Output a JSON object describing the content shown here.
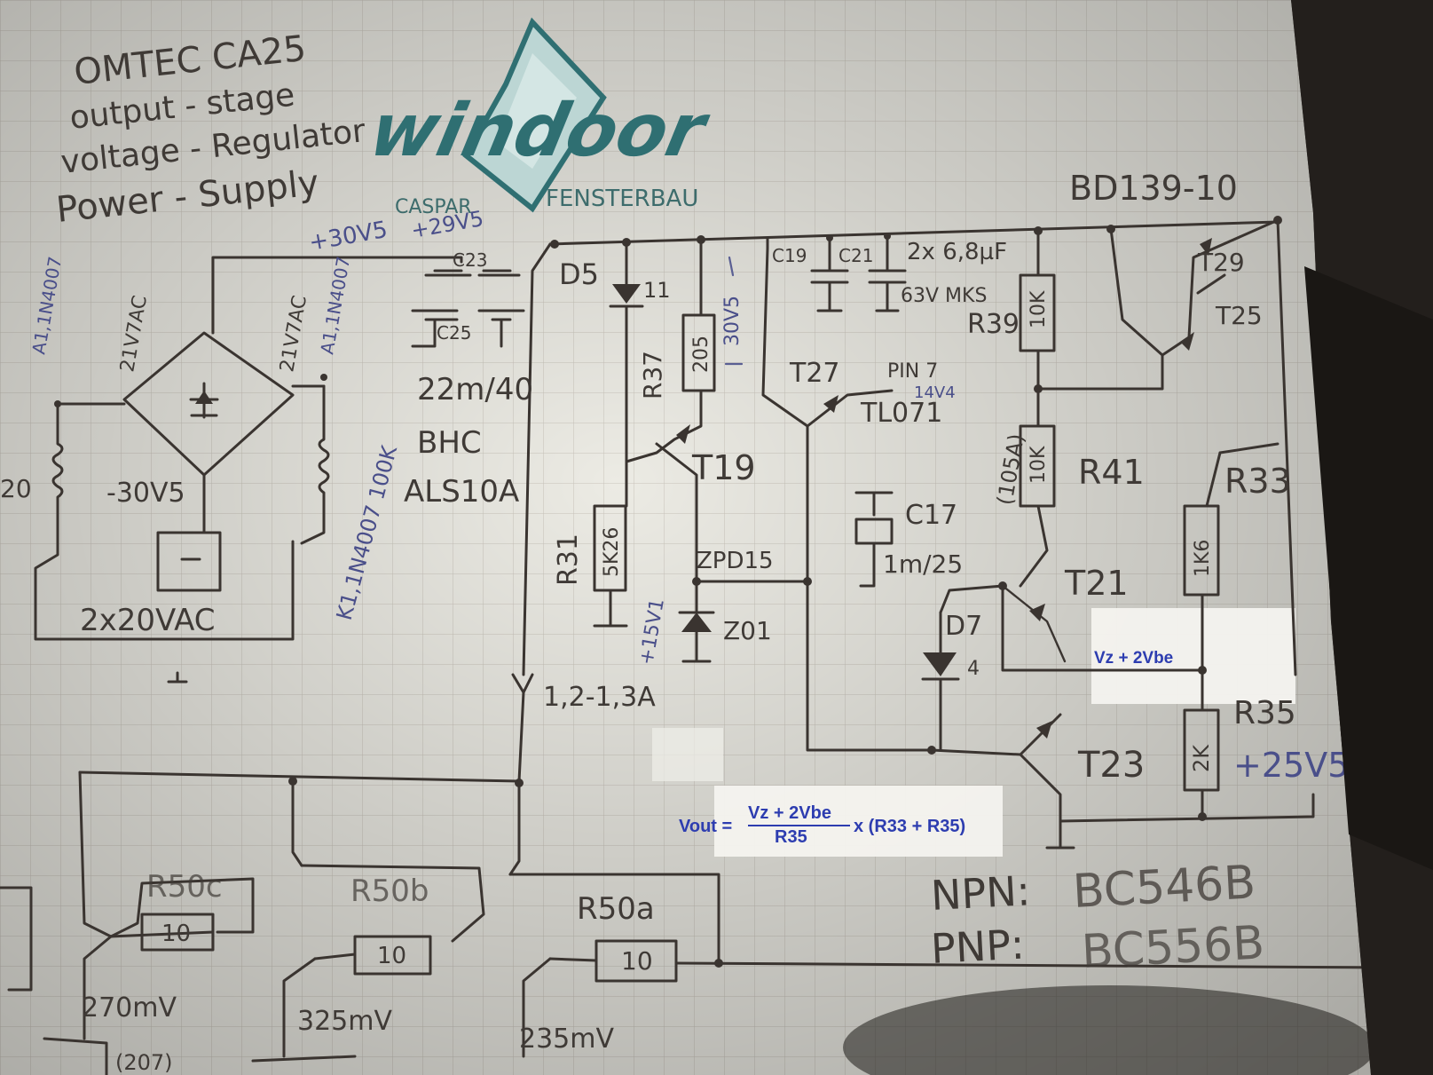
{
  "title_lines": [
    "OMTEC CA25",
    "output - stage",
    "voltage - Regulator",
    "Power - Supply"
  ],
  "logo": {
    "brand": "windoor",
    "left_tag": "CASPAR",
    "right_tag": "FENSTERBAU",
    "color_primary": "#2f6f72",
    "color_light": "#bcd6d4"
  },
  "supply": {
    "v_pos": "+30V5",
    "v_pos_alt": "+29V5",
    "v_neg": "-30V5",
    "transformer": "2x20VAC",
    "ac_left": "21V7AC",
    "ac_right": "21V7AC",
    "fuse_left": "A1,1N4007",
    "fuse_right": "A1,1N4007",
    "fuse_k": "K1,1N4007 100K",
    "winding_left": "20"
  },
  "caps": {
    "c23": "C23",
    "c25": "C25",
    "bulk_value": "22m/40",
    "bulk_type": "BHC",
    "bulk_series": "ALS10A",
    "c19": "C19",
    "c21": "C21",
    "c19_21_value": "2x 6,8µF",
    "c19_21_type": "63V MKS",
    "c17": "C17",
    "c17_value": "1m/25"
  },
  "parts": {
    "d5": "D5",
    "d5_num": "11",
    "r37": "R37",
    "r37_val": "205",
    "v_r37": "30V5",
    "t19": "T19",
    "r31": "R31",
    "r31_val": "5K26",
    "z_label": "ZPD15",
    "z_ref": "Z01",
    "z_volt": "+15V1",
    "t27": "T27",
    "pin7": "PIN 7",
    "pin7_v": "14V4",
    "tl071": "TL071",
    "r39": "R39",
    "r39_val": "10K",
    "r41": "R41",
    "r41_val": "10K",
    "r41_alt": "(105A)",
    "t29": "T29",
    "t25": "T25",
    "bd": "BD139-10",
    "r33": "R33",
    "r33_val": "1K6",
    "t21": "T21",
    "d7": "D7",
    "d7_num": "4",
    "r35": "R35",
    "r35_val": "2K",
    "t23": "T23",
    "vout": "+25V5",
    "current": "1,2-1,3A",
    "r50c": "R50c",
    "r50b": "R50b",
    "r50a": "R50a",
    "r50_val": "10",
    "mv_c": "270mV",
    "mv_b": "325mV",
    "mv_a": "235mV",
    "r_bottom": "(207)"
  },
  "transistor_types": {
    "npn_label": "NPN:",
    "npn": "BC546B",
    "pnp_label": "PNP:",
    "pnp": "BC556B"
  },
  "annotations": {
    "vz_label": "Vz + 2Vbe",
    "formula_lhs": "Vout =",
    "formula_num": "Vz + 2Vbe",
    "formula_den": "R35",
    "formula_rhs": "x (R33 + R35)",
    "color": "#2d3db0"
  }
}
